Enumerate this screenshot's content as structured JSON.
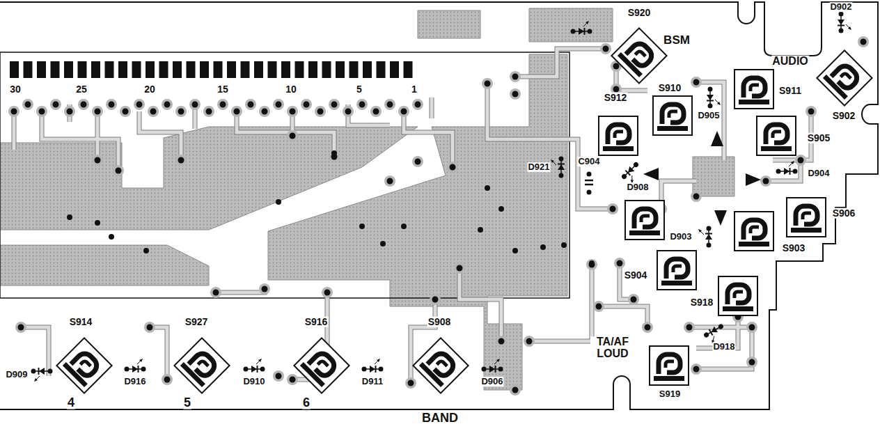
{
  "diagram": {
    "labels": [
      "30",
      "25",
      "20",
      "15",
      "10",
      "5",
      "1",
      "S920",
      "BSM",
      "D902",
      "AUDIO",
      "S912",
      "S910",
      "D905",
      "S911",
      "S902",
      "S905",
      "D904",
      "D908",
      "D921",
      "C904",
      "S906",
      "D903",
      "S903",
      "S904",
      "S918",
      "D918",
      "TA/AF LOUD",
      "S919",
      "D909",
      "S914",
      "D916",
      "4",
      "S927",
      "D910",
      "5",
      "S916",
      "D911",
      "6",
      "S908",
      "D906",
      "BAND"
    ]
  }
}
